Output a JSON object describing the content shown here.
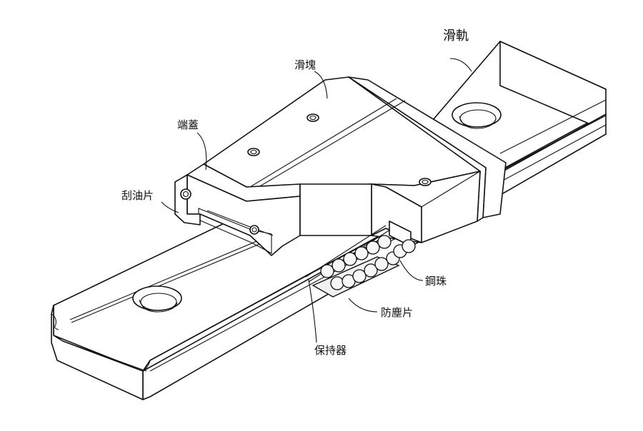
{
  "labels": {
    "rail": "滑軌",
    "block": "滑塊",
    "end_cap": "端蓋",
    "scraper": "刮油片",
    "steel_ball": "鋼珠",
    "dust_plate": "防塵片",
    "retainer": "保持器"
  }
}
